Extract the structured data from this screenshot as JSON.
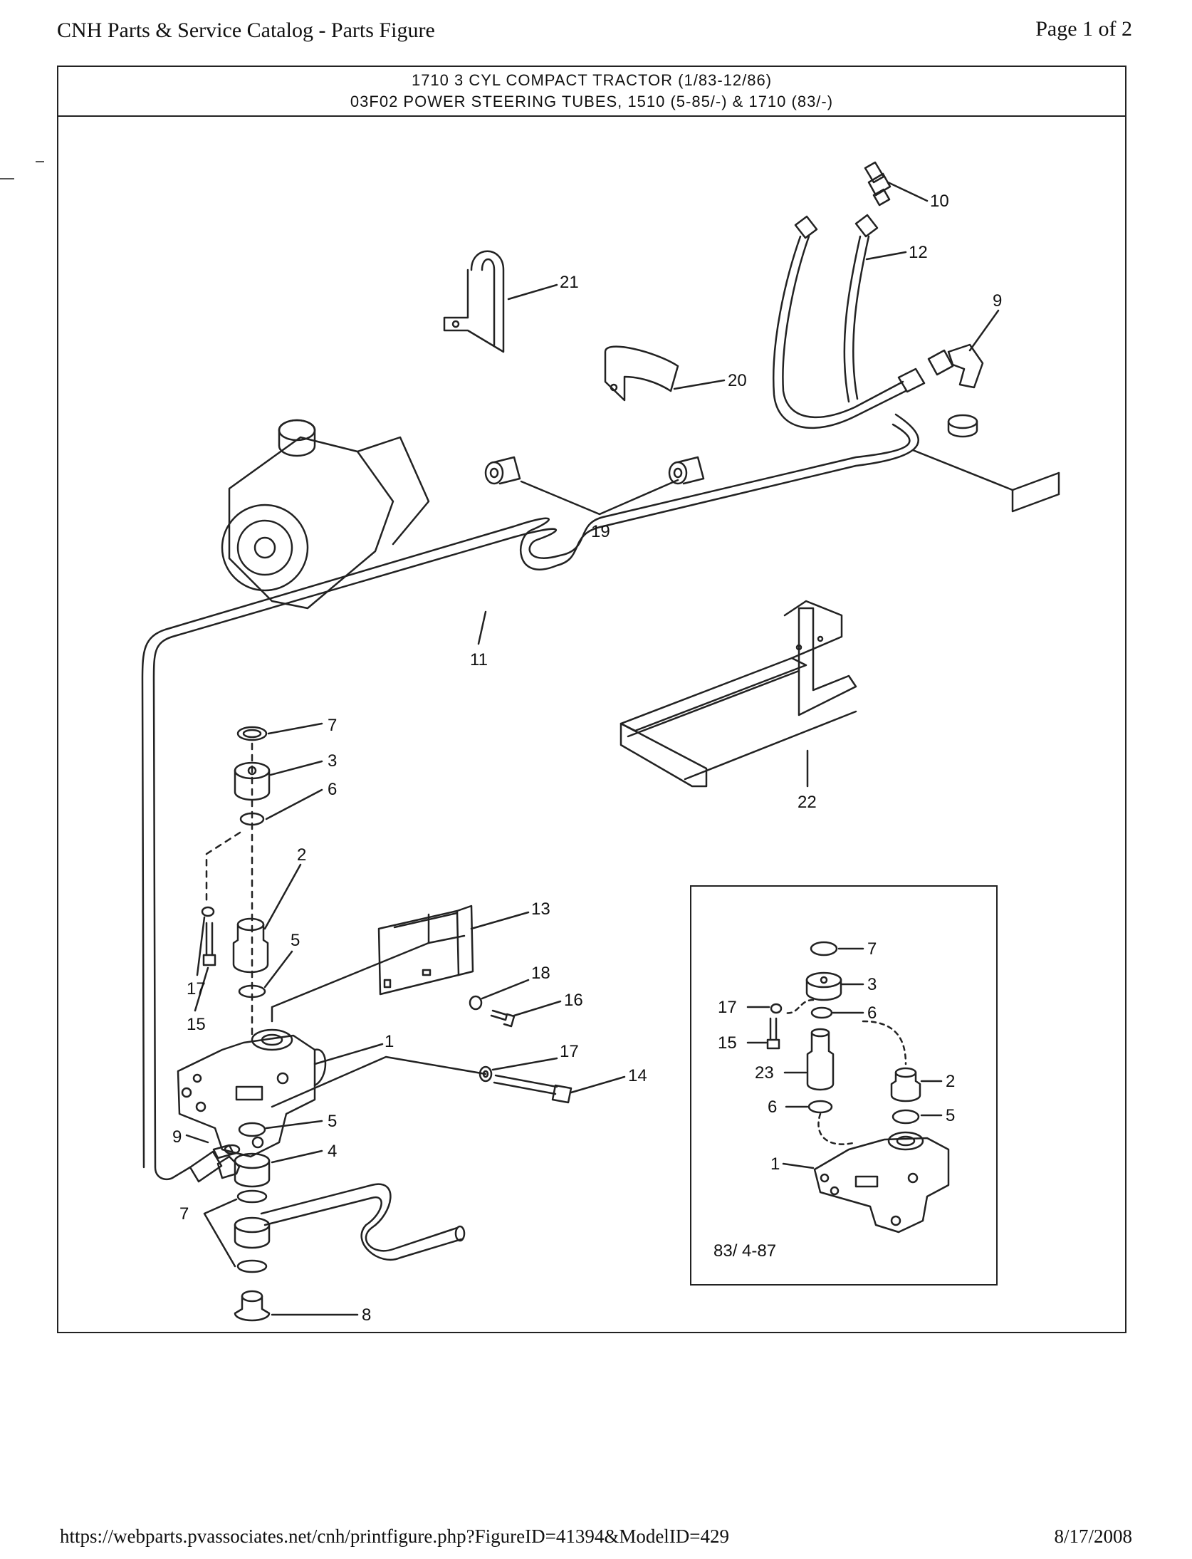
{
  "header": {
    "catalog_title": "CNH Parts & Service Catalog - Parts Figure",
    "page": "Page 1 of 2"
  },
  "figure": {
    "model_line": "1710 3 CYL COMPACT TRACTOR (1/83-12/86)",
    "section_line": "03F02 POWER STEERING TUBES, 1510 (5-85/-) & 1710 (83/-)",
    "callouts": {
      "c1": "1",
      "c2": "2",
      "c3": "3",
      "c4": "4",
      "c5a": "5",
      "c5b": "5",
      "c6": "6",
      "c7a": "7",
      "c7b": "7",
      "c8": "8",
      "c9a": "9",
      "c9b": "9",
      "c10": "10",
      "c11": "11",
      "c12": "12",
      "c13": "13",
      "c14": "14",
      "c15": "15",
      "c16": "16",
      "c17a": "17",
      "c17b": "17",
      "c18": "18",
      "c19": "19",
      "c20": "20",
      "c21": "21",
      "c22": "22"
    },
    "inset": {
      "date_code": "83/ 4-87",
      "callouts": {
        "i7": "7",
        "i3": "3",
        "i17": "17",
        "i6a": "6",
        "i15": "15",
        "i23": "23",
        "i2": "2",
        "i6b": "6",
        "i5": "5",
        "i1": "1"
      }
    }
  },
  "footer": {
    "url": "https://webparts.pvassociates.net/cnh/printfigure.php?FigureID=41394&ModelID=429",
    "date": "8/17/2008"
  }
}
